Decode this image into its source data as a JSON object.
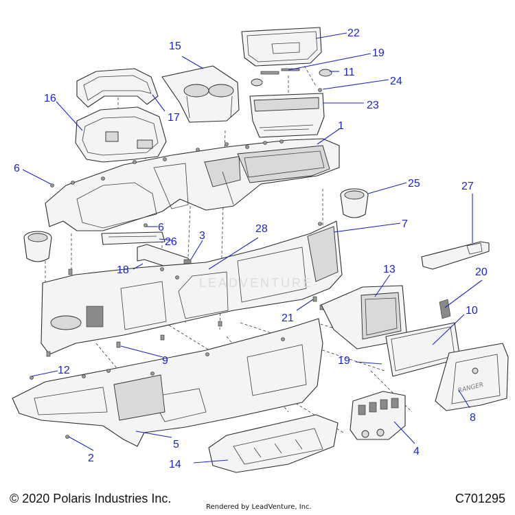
{
  "footer": {
    "copyright": "© 2020 Polaris Industries Inc.",
    "rendered_by": "Rendered by LeadVenture, Inc.",
    "diagram_code": "C701295"
  },
  "colors": {
    "callout": "#1a25c9",
    "line": "#2b2b2b",
    "part_fill": "#f4f4f4"
  },
  "callouts": [
    {
      "id": "c1",
      "label": "1"
    },
    {
      "id": "c2",
      "label": "2"
    },
    {
      "id": "c3",
      "label": "3"
    },
    {
      "id": "c4",
      "label": "4"
    },
    {
      "id": "c5",
      "label": "5"
    },
    {
      "id": "c6a",
      "label": "6"
    },
    {
      "id": "c6b",
      "label": "6"
    },
    {
      "id": "c7",
      "label": "7"
    },
    {
      "id": "c8",
      "label": "8"
    },
    {
      "id": "c9",
      "label": "9"
    },
    {
      "id": "c10",
      "label": "10"
    },
    {
      "id": "c11",
      "label": "11"
    },
    {
      "id": "c12",
      "label": "12"
    },
    {
      "id": "c13",
      "label": "13"
    },
    {
      "id": "c14",
      "label": "14"
    },
    {
      "id": "c15",
      "label": "15"
    },
    {
      "id": "c16",
      "label": "16"
    },
    {
      "id": "c17",
      "label": "17"
    },
    {
      "id": "c18",
      "label": "18"
    },
    {
      "id": "c19a",
      "label": "19"
    },
    {
      "id": "c19b",
      "label": "19"
    },
    {
      "id": "c20",
      "label": "20"
    },
    {
      "id": "c21",
      "label": "21"
    },
    {
      "id": "c22",
      "label": "22"
    },
    {
      "id": "c23",
      "label": "23"
    },
    {
      "id": "c24",
      "label": "24"
    },
    {
      "id": "c25",
      "label": "25"
    },
    {
      "id": "c26",
      "label": "26"
    },
    {
      "id": "c27",
      "label": "27"
    },
    {
      "id": "c28",
      "label": "28"
    }
  ],
  "glovebox_lid_logo": "RANGER",
  "watermark": "LEADVENTURE"
}
